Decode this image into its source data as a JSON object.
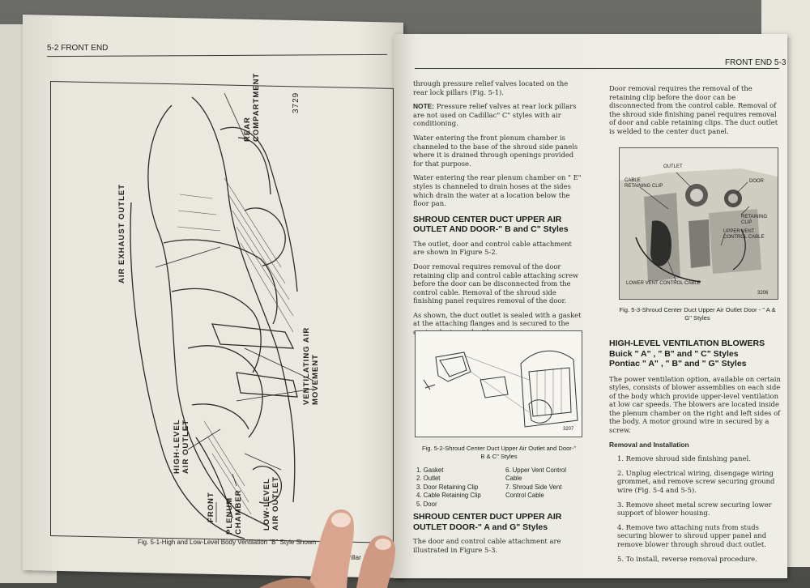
{
  "left_page": {
    "header": "5-2 FRONT END",
    "figure_number": "3729",
    "labels": {
      "rear_compartment": "REAR\nCOMPARTMENT",
      "air_exhaust_outlet": "AIR EXHAUST OUTLET",
      "ventilating_air": "VENTILATING AIR\nMOVEMENT",
      "high_level": "HIGH-LEVEL\nAIR OUTLET",
      "low_level": "LOW-LEVEL\nAIR OUTLET",
      "plenum": "PLENUM\nCHAMBER",
      "front": "FRONT"
    },
    "caption": "Fig. 5-1-High and Low-Level Body Ventilation \"B\" Style Shown",
    "caption_tail": "Pillar"
  },
  "right_page": {
    "header": "FRONT END 5-3",
    "col1": {
      "p1": "through pressure relief valves located on the rear lock pillars (Fig. 5-1).",
      "note_label": "NOTE:",
      "note_text": "Pressure relief valves at rear lock pillars are not used on Cadillac\" C\" styles with air conditioning.",
      "p2": "Water entering the front plenum chamber is channeled to the base of the shroud side panels where it is drained through openings provided for that purpose.",
      "p3": "Water entering the rear plenum chamber on \" E\" styles is channeled to drain hoses at the sides which drain the water at a location below the floor pan.",
      "sec1": "SHROUD CENTER DUCT UPPER AIR OUTLET AND DOOR-\" B and C\" Styles",
      "p4": "The outlet, door and control cable attachment are shown in Figure 5-2.",
      "p5": "Door removal requires removal of the door retaining clip and control cable attaching screw before the door can be disconnected from the control cable. Removal of the shroud side finishing panel requires removal of the door.",
      "p6": "As shown, the duct outlet is sealed with a gasket at the attaching flanges and is secured to the center duct panel with screws.",
      "fig2_number": "3207",
      "fig2_caption": "Fig. 5-2-Shroud Center Duct Upper Air Outlet and Door-\" B & C\" Styles",
      "legend": [
        "1. Gasket",
        "2. Outlet",
        "3. Door Retaining Clip",
        "4. Cable Retaining Clip",
        "5. Door",
        "6. Upper Vent Control Cable",
        "7. Shroud Side Vent Control Cable"
      ],
      "sec2": "SHROUD CENTER DUCT UPPER AIR OUTLET DOOR-\" A and G\" Styles",
      "p7": "The door and control cable attachment are illustrated in Figure 5-3."
    },
    "col2": {
      "p1": "Door removal requires the removal of the retaining clip before the door can be disconnected from the control cable. Removal of the shroud side finishing panel requires removal of door and cable retaining clips. The duct outlet is welded to the center duct panel.",
      "fig3_labels": {
        "outlet": "OUTLET",
        "cable_clip": "CABLE\nRETAINING CLIP",
        "door": "DOOR",
        "retaining_clip": "RETAINING\nCLIP",
        "upper_vent": "UPPER VENT\nCONTROL CABLE",
        "lower_vent": "LOWER VENT CONTROL CABLE",
        "number": "3206"
      },
      "fig3_caption": "Fig. 5-3-Shroud Center Duct Upper Air Outlet Door - \" A & G\" Styles",
      "sec3_title": "HIGH-LEVEL VENTILATION BLOWERS",
      "sec3_sub1": "Buick \" A\" , \" B\" and \" C\" Styles",
      "sec3_sub2": "Pontiac \" A\" , \" B\" and \" G\" Styles",
      "p2": "The power ventilation option, available on certain styles, consists of blower assemblies on each side of the body which provide upper-level ventilation at low car speeds. The blowers are located inside the plenum chamber on the right and left sides of the body. A motor ground wire in secured by a screw.",
      "removal_title": "Removal and Installation",
      "steps": [
        "1. Remove shroud side finishing panel.",
        "2. Unplug electrical wiring, disengage wiring grommet, and remove screw securing ground wire (Fig. 5-4 and 5-5).",
        "3. Remove sheet metal screw securing lower support of blower housing.",
        "4. Remove two attaching nuts from studs securing blower to shroud upper panel and remove blower through shroud duct outlet.",
        "5. To install, reverse removal procedure."
      ]
    }
  }
}
